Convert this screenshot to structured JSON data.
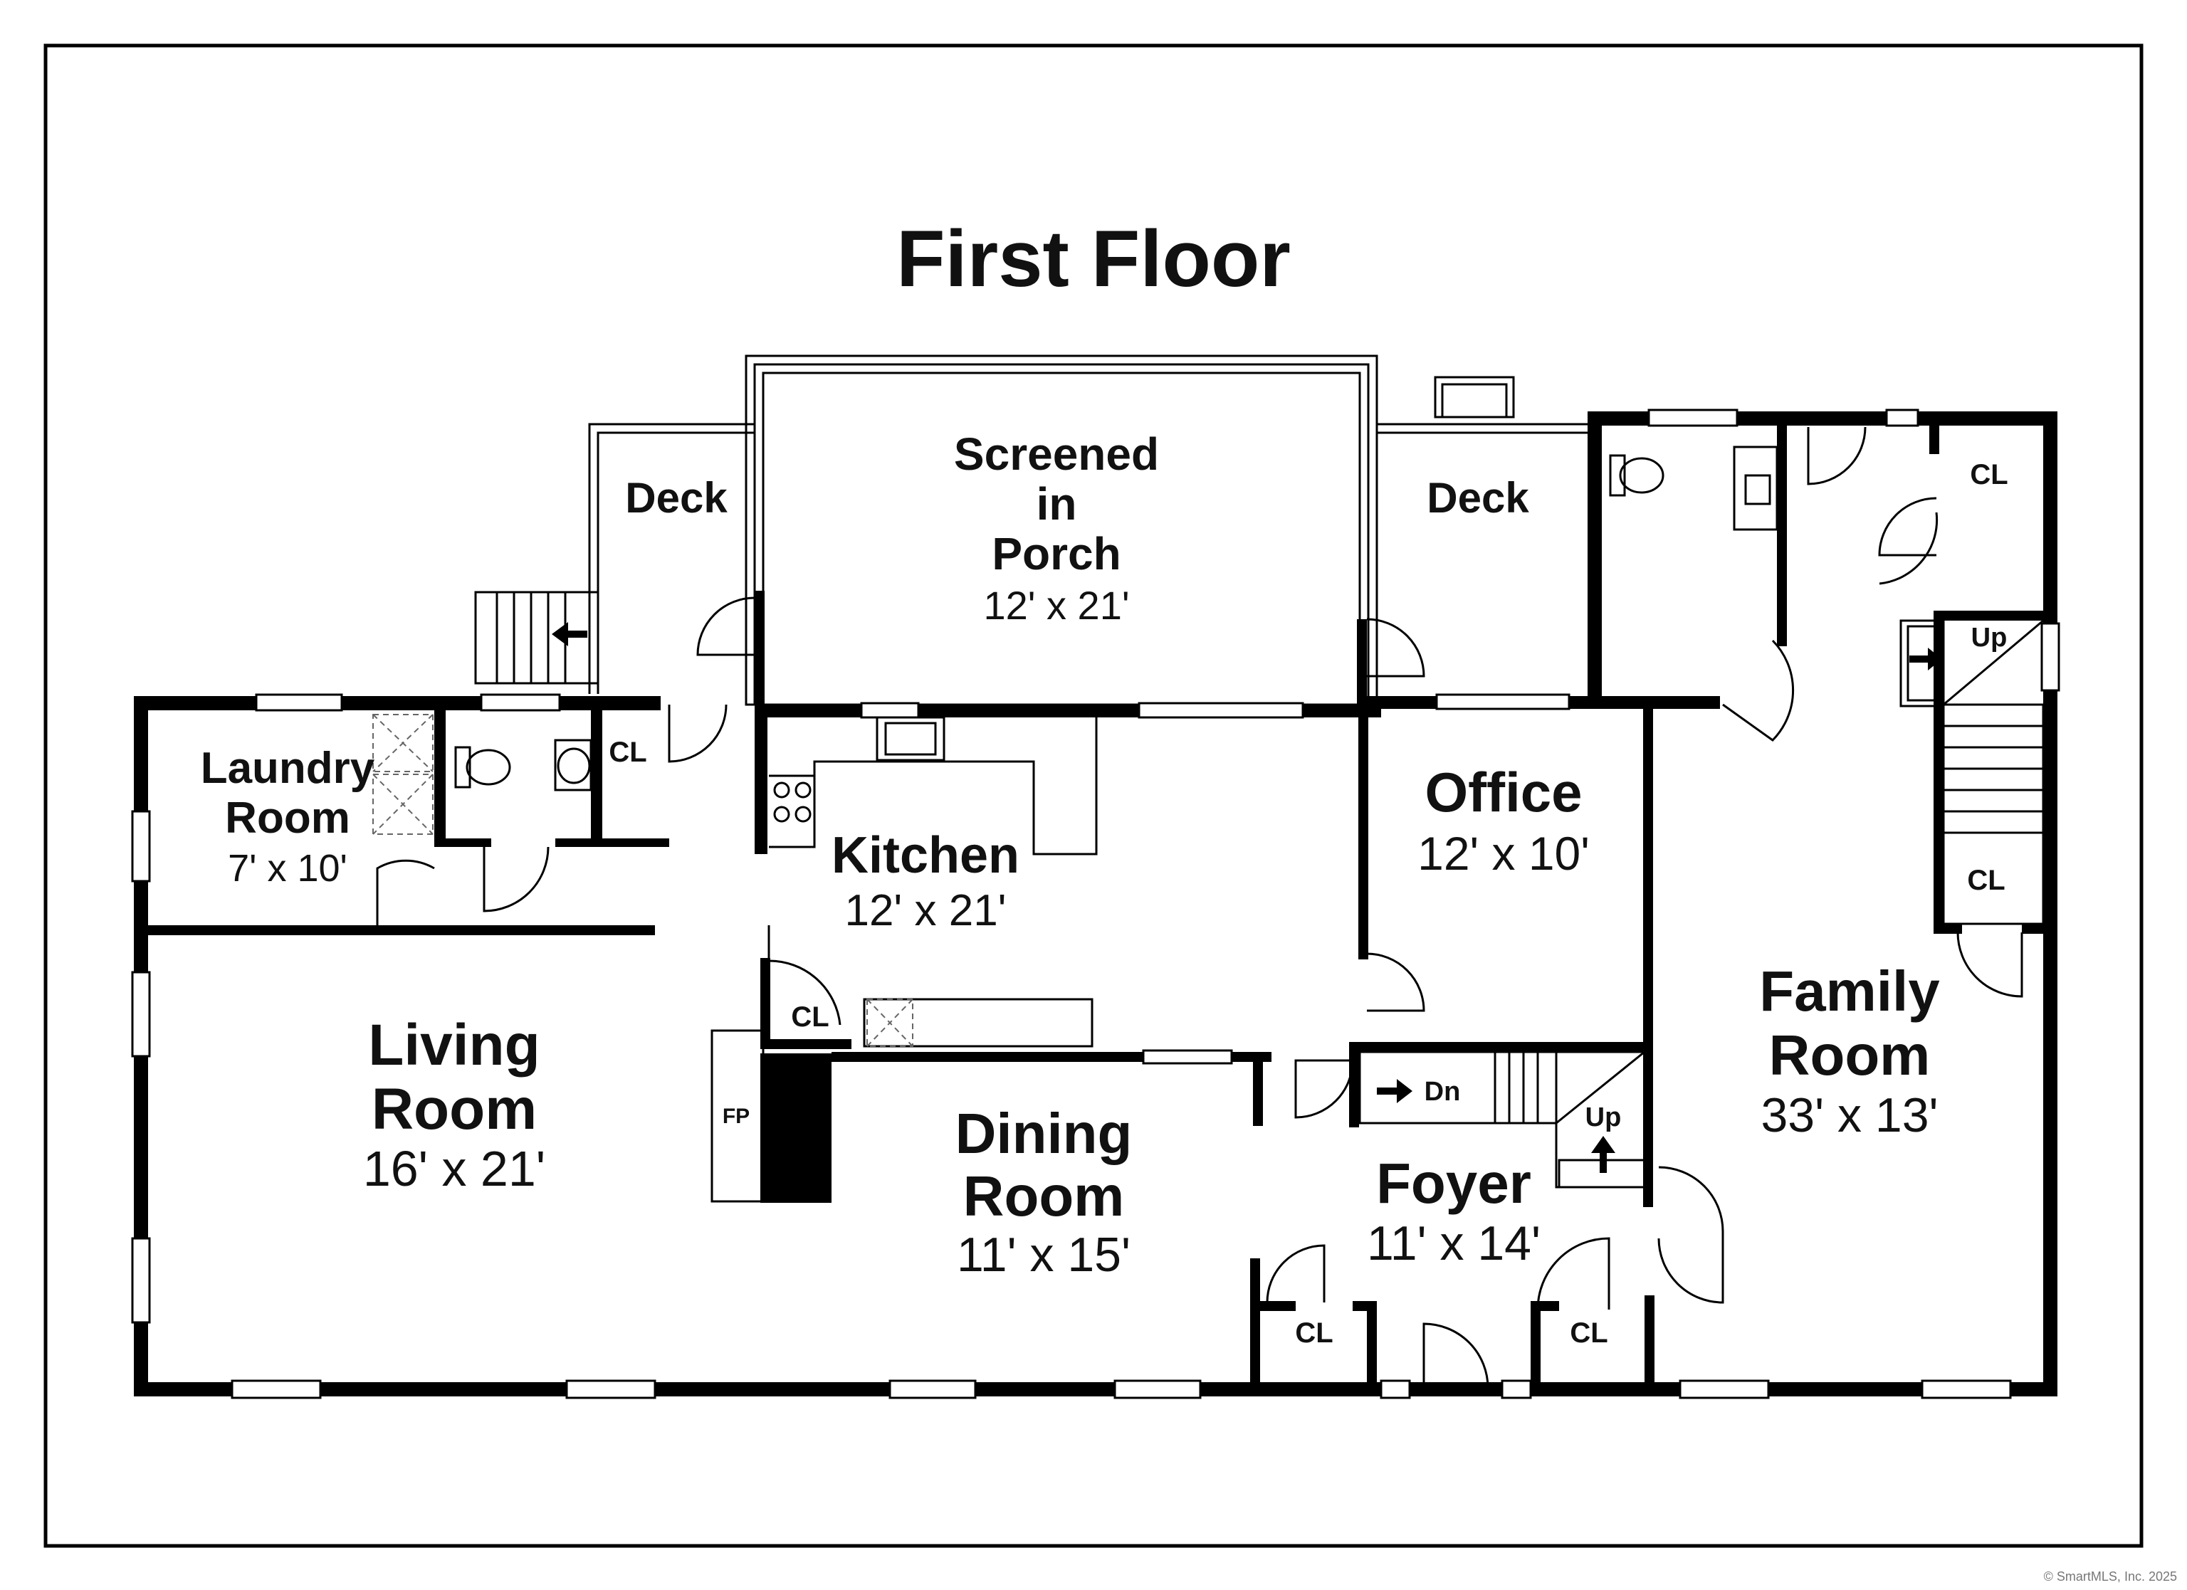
{
  "title": "First Floor",
  "rooms": {
    "screened_porch": {
      "name_line1": "Screened",
      "name_line2": "in",
      "name_line3": "Porch",
      "size": "12' x 21'"
    },
    "deck_left": {
      "name": "Deck"
    },
    "deck_right": {
      "name": "Deck"
    },
    "laundry": {
      "name_line1": "Laundry",
      "name_line2": "Room",
      "size": "7' x 10'"
    },
    "kitchen": {
      "name": "Kitchen",
      "size": "12' x 21'"
    },
    "office": {
      "name": "Office",
      "size": "12' x 10'"
    },
    "family": {
      "name_line1": "Family",
      "name_line2": "Room",
      "size": "33' x 13'"
    },
    "living": {
      "name_line1": "Living",
      "name_line2": "Room",
      "size": "16' x 21'"
    },
    "dining": {
      "name_line1": "Dining",
      "name_line2": "Room",
      "size": "11' x 15'"
    },
    "foyer": {
      "name": "Foyer",
      "size": "11' x 14'"
    }
  },
  "labels": {
    "cl_laundry": "CL",
    "cl_family_top": "CL",
    "cl_family_mid": "CL",
    "cl_kitchen": "CL",
    "cl_dining": "CL",
    "cl_foyer": "CL",
    "fp": "FP",
    "up_family": "Up",
    "dn_foyer": "Dn",
    "up_foyer": "Up"
  },
  "copyright": "© SmartMLS, Inc. 2025"
}
